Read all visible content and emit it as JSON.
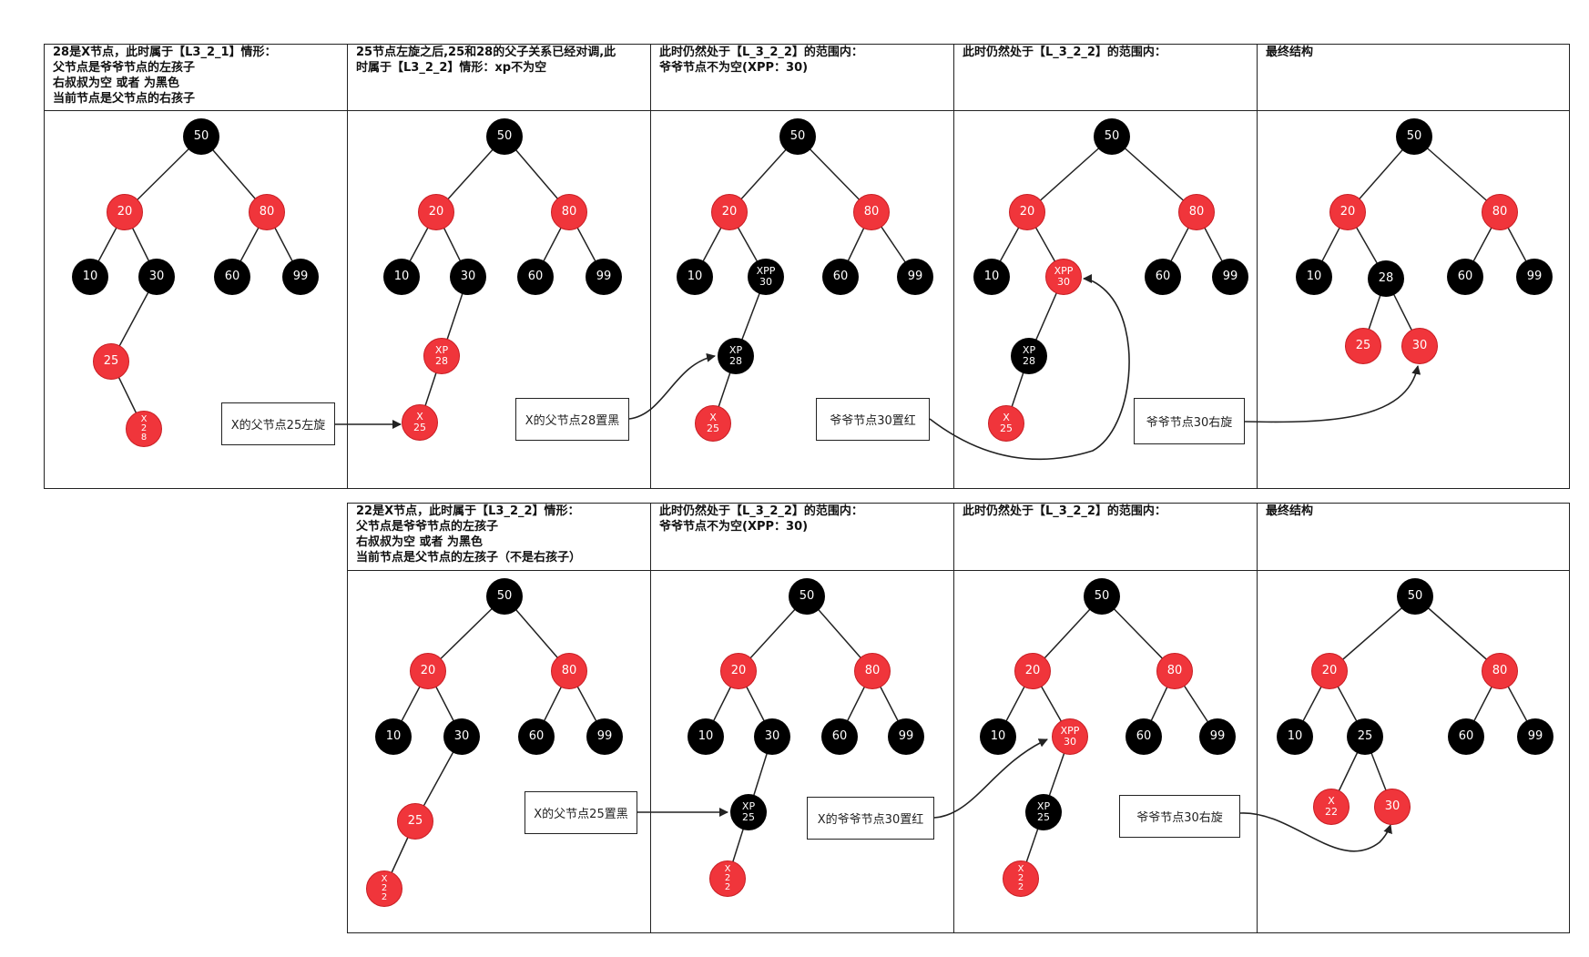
{
  "row1": {
    "headers": [
      "28是X节点，此时属于【L3_2_1】情形：\n父节点是爷爷节点的左孩子\n右叔叔为空 或者 为黑色\n当前节点是父节点的右孩子",
      "25节点左旋之后,25和28的父子关系已经对调,此\n时属于【L3_2_2】情形：xp不为空",
      "此时仍然处于【L_3_2_2】的范围内：\n爷爷节点不为空(XPP：30)",
      "此时仍然处于【L_3_2_2】的范围内：",
      "最终结构"
    ],
    "notes": [
      "X的父节点25左旋",
      "X的父节点28置黑",
      "爷爷节点30置红",
      "爷爷节点30右旋"
    ]
  },
  "row2": {
    "headers": [
      "22是X节点，此时属于【L3_2_2】情形：\n父节点是爷爷节点的左孩子\n右叔叔为空 或者 为黑色\n当前节点是父节点的左孩子（不是右孩子）",
      "此时仍然处于【L_3_2_2】的范围内：\n爷爷节点不为空(XPP：30)",
      "此时仍然处于【L_3_2_2】的范围内：",
      "最终结构"
    ],
    "notes": [
      "X的父节点25置黑",
      "X的爷爷节点30置红",
      "爷爷节点30右旋"
    ]
  },
  "colors": {
    "red": "#f0353b",
    "black": "#000000",
    "line": "#222222"
  },
  "trees": [
    {
      "nodes": [
        {
          "id": "n50",
          "c": "black",
          "pre": "",
          "val": "50"
        },
        {
          "id": "n20",
          "c": "red",
          "pre": "",
          "val": "20"
        },
        {
          "id": "n80",
          "c": "red",
          "pre": "",
          "val": "80"
        },
        {
          "id": "n10",
          "c": "black",
          "pre": "",
          "val": "10"
        },
        {
          "id": "n30",
          "c": "black",
          "pre": "",
          "val": "30"
        },
        {
          "id": "n60",
          "c": "black",
          "pre": "",
          "val": "60"
        },
        {
          "id": "n99",
          "c": "black",
          "pre": "",
          "val": "99"
        },
        {
          "id": "n25",
          "c": "red",
          "pre": "",
          "val": "25"
        },
        {
          "id": "n28",
          "c": "red",
          "pre": "X",
          "val": "28",
          "vertical": true
        }
      ],
      "edges": [
        [
          "n50",
          "n20"
        ],
        [
          "n50",
          "n80"
        ],
        [
          "n20",
          "n10"
        ],
        [
          "n20",
          "n30"
        ],
        [
          "n80",
          "n60"
        ],
        [
          "n80",
          "n99"
        ],
        [
          "n30",
          "n25"
        ],
        [
          "n25",
          "n28"
        ]
      ]
    },
    {
      "nodes": [
        {
          "id": "n50",
          "c": "black",
          "pre": "",
          "val": "50"
        },
        {
          "id": "n20",
          "c": "red",
          "pre": "",
          "val": "20"
        },
        {
          "id": "n80",
          "c": "red",
          "pre": "",
          "val": "80"
        },
        {
          "id": "n10",
          "c": "black",
          "pre": "",
          "val": "10"
        },
        {
          "id": "n30",
          "c": "black",
          "pre": "",
          "val": "30"
        },
        {
          "id": "n60",
          "c": "black",
          "pre": "",
          "val": "60"
        },
        {
          "id": "n99",
          "c": "black",
          "pre": "",
          "val": "99"
        },
        {
          "id": "n28",
          "c": "red",
          "pre": "XP",
          "val": "28"
        },
        {
          "id": "n25",
          "c": "red",
          "pre": "X",
          "val": "25"
        }
      ],
      "edges": [
        [
          "n50",
          "n20"
        ],
        [
          "n50",
          "n80"
        ],
        [
          "n20",
          "n10"
        ],
        [
          "n20",
          "n30"
        ],
        [
          "n80",
          "n60"
        ],
        [
          "n80",
          "n99"
        ],
        [
          "n30",
          "n28"
        ],
        [
          "n28",
          "n25"
        ]
      ]
    },
    {
      "nodes": [
        {
          "id": "n50",
          "c": "black",
          "pre": "",
          "val": "50"
        },
        {
          "id": "n20",
          "c": "red",
          "pre": "",
          "val": "20"
        },
        {
          "id": "n80",
          "c": "red",
          "pre": "",
          "val": "80"
        },
        {
          "id": "n10",
          "c": "black",
          "pre": "",
          "val": "10"
        },
        {
          "id": "n30",
          "c": "black",
          "pre": "XPP",
          "val": "30"
        },
        {
          "id": "n60",
          "c": "black",
          "pre": "",
          "val": "60"
        },
        {
          "id": "n99",
          "c": "black",
          "pre": "",
          "val": "99"
        },
        {
          "id": "n28",
          "c": "black",
          "pre": "XP",
          "val": "28"
        },
        {
          "id": "n25",
          "c": "red",
          "pre": "X",
          "val": "25"
        }
      ],
      "edges": [
        [
          "n50",
          "n20"
        ],
        [
          "n50",
          "n80"
        ],
        [
          "n20",
          "n10"
        ],
        [
          "n20",
          "n30"
        ],
        [
          "n80",
          "n60"
        ],
        [
          "n80",
          "n99"
        ],
        [
          "n30",
          "n28"
        ],
        [
          "n28",
          "n25"
        ]
      ]
    },
    {
      "nodes": [
        {
          "id": "n50",
          "c": "black",
          "pre": "",
          "val": "50"
        },
        {
          "id": "n20",
          "c": "red",
          "pre": "",
          "val": "20"
        },
        {
          "id": "n80",
          "c": "red",
          "pre": "",
          "val": "80"
        },
        {
          "id": "n10",
          "c": "black",
          "pre": "",
          "val": "10"
        },
        {
          "id": "n30",
          "c": "red",
          "pre": "XPP",
          "val": "30"
        },
        {
          "id": "n60",
          "c": "black",
          "pre": "",
          "val": "60"
        },
        {
          "id": "n99",
          "c": "black",
          "pre": "",
          "val": "99"
        },
        {
          "id": "n28",
          "c": "black",
          "pre": "XP",
          "val": "28"
        },
        {
          "id": "n25",
          "c": "red",
          "pre": "X",
          "val": "25"
        }
      ],
      "edges": [
        [
          "n50",
          "n20"
        ],
        [
          "n50",
          "n80"
        ],
        [
          "n20",
          "n10"
        ],
        [
          "n20",
          "n30"
        ],
        [
          "n80",
          "n60"
        ],
        [
          "n80",
          "n99"
        ],
        [
          "n30",
          "n28"
        ],
        [
          "n28",
          "n25"
        ]
      ]
    },
    {
      "nodes": [
        {
          "id": "n50",
          "c": "black",
          "pre": "",
          "val": "50"
        },
        {
          "id": "n20",
          "c": "red",
          "pre": "",
          "val": "20"
        },
        {
          "id": "n80",
          "c": "red",
          "pre": "",
          "val": "80"
        },
        {
          "id": "n10",
          "c": "black",
          "pre": "",
          "val": "10"
        },
        {
          "id": "n28",
          "c": "black",
          "pre": "",
          "val": "28"
        },
        {
          "id": "n60",
          "c": "black",
          "pre": "",
          "val": "60"
        },
        {
          "id": "n99",
          "c": "black",
          "pre": "",
          "val": "99"
        },
        {
          "id": "n25",
          "c": "red",
          "pre": "",
          "val": "25"
        },
        {
          "id": "n30",
          "c": "red",
          "pre": "",
          "val": "30"
        }
      ],
      "edges": [
        [
          "n50",
          "n20"
        ],
        [
          "n50",
          "n80"
        ],
        [
          "n20",
          "n10"
        ],
        [
          "n20",
          "n28"
        ],
        [
          "n80",
          "n60"
        ],
        [
          "n80",
          "n99"
        ],
        [
          "n28",
          "n25"
        ],
        [
          "n28",
          "n30"
        ]
      ]
    },
    {
      "nodes": [
        {
          "id": "n50",
          "c": "black",
          "pre": "",
          "val": "50"
        },
        {
          "id": "n20",
          "c": "red",
          "pre": "",
          "val": "20"
        },
        {
          "id": "n80",
          "c": "red",
          "pre": "",
          "val": "80"
        },
        {
          "id": "n10",
          "c": "black",
          "pre": "",
          "val": "10"
        },
        {
          "id": "n30",
          "c": "black",
          "pre": "",
          "val": "30"
        },
        {
          "id": "n60",
          "c": "black",
          "pre": "",
          "val": "60"
        },
        {
          "id": "n99",
          "c": "black",
          "pre": "",
          "val": "99"
        },
        {
          "id": "n25",
          "c": "red",
          "pre": "",
          "val": "25"
        },
        {
          "id": "n22",
          "c": "red",
          "pre": "X",
          "val": "22",
          "vertical": true
        }
      ],
      "edges": [
        [
          "n50",
          "n20"
        ],
        [
          "n50",
          "n80"
        ],
        [
          "n20",
          "n10"
        ],
        [
          "n20",
          "n30"
        ],
        [
          "n80",
          "n60"
        ],
        [
          "n80",
          "n99"
        ],
        [
          "n30",
          "n25"
        ],
        [
          "n25",
          "n22"
        ]
      ]
    },
    {
      "nodes": [
        {
          "id": "n50",
          "c": "black",
          "pre": "",
          "val": "50"
        },
        {
          "id": "n20",
          "c": "red",
          "pre": "",
          "val": "20"
        },
        {
          "id": "n80",
          "c": "red",
          "pre": "",
          "val": "80"
        },
        {
          "id": "n10",
          "c": "black",
          "pre": "",
          "val": "10"
        },
        {
          "id": "n30",
          "c": "black",
          "pre": "",
          "val": "30"
        },
        {
          "id": "n60",
          "c": "black",
          "pre": "",
          "val": "60"
        },
        {
          "id": "n99",
          "c": "black",
          "pre": "",
          "val": "99"
        },
        {
          "id": "n25",
          "c": "black",
          "pre": "XP",
          "val": "25"
        },
        {
          "id": "n22",
          "c": "red",
          "pre": "X",
          "val": "22",
          "vertical": true
        }
      ],
      "edges": [
        [
          "n50",
          "n20"
        ],
        [
          "n50",
          "n80"
        ],
        [
          "n20",
          "n10"
        ],
        [
          "n20",
          "n30"
        ],
        [
          "n80",
          "n60"
        ],
        [
          "n80",
          "n99"
        ],
        [
          "n30",
          "n25"
        ],
        [
          "n25",
          "n22"
        ]
      ]
    },
    {
      "nodes": [
        {
          "id": "n50",
          "c": "black",
          "pre": "",
          "val": "50"
        },
        {
          "id": "n20",
          "c": "red",
          "pre": "",
          "val": "20"
        },
        {
          "id": "n80",
          "c": "red",
          "pre": "",
          "val": "80"
        },
        {
          "id": "n10",
          "c": "black",
          "pre": "",
          "val": "10"
        },
        {
          "id": "n30",
          "c": "red",
          "pre": "XPP",
          "val": "30"
        },
        {
          "id": "n60",
          "c": "black",
          "pre": "",
          "val": "60"
        },
        {
          "id": "n99",
          "c": "black",
          "pre": "",
          "val": "99"
        },
        {
          "id": "n25",
          "c": "black",
          "pre": "XP",
          "val": "25"
        },
        {
          "id": "n22",
          "c": "red",
          "pre": "X",
          "val": "22",
          "vertical": true
        }
      ],
      "edges": [
        [
          "n50",
          "n20"
        ],
        [
          "n50",
          "n80"
        ],
        [
          "n20",
          "n10"
        ],
        [
          "n20",
          "n30"
        ],
        [
          "n80",
          "n60"
        ],
        [
          "n80",
          "n99"
        ],
        [
          "n30",
          "n25"
        ],
        [
          "n25",
          "n22"
        ]
      ]
    },
    {
      "nodes": [
        {
          "id": "n50",
          "c": "black",
          "pre": "",
          "val": "50"
        },
        {
          "id": "n20",
          "c": "red",
          "pre": "",
          "val": "20"
        },
        {
          "id": "n80",
          "c": "red",
          "pre": "",
          "val": "80"
        },
        {
          "id": "n10",
          "c": "black",
          "pre": "",
          "val": "10"
        },
        {
          "id": "n25",
          "c": "black",
          "pre": "",
          "val": "25"
        },
        {
          "id": "n60",
          "c": "black",
          "pre": "",
          "val": "60"
        },
        {
          "id": "n99",
          "c": "black",
          "pre": "",
          "val": "99"
        },
        {
          "id": "n22",
          "c": "red",
          "pre": "X",
          "val": "22"
        },
        {
          "id": "n30",
          "c": "red",
          "pre": "",
          "val": "30"
        }
      ],
      "edges": [
        [
          "n50",
          "n20"
        ],
        [
          "n50",
          "n80"
        ],
        [
          "n20",
          "n10"
        ],
        [
          "n20",
          "n25"
        ],
        [
          "n80",
          "n60"
        ],
        [
          "n80",
          "n99"
        ],
        [
          "n25",
          "n22"
        ],
        [
          "n25",
          "n30"
        ]
      ]
    }
  ]
}
